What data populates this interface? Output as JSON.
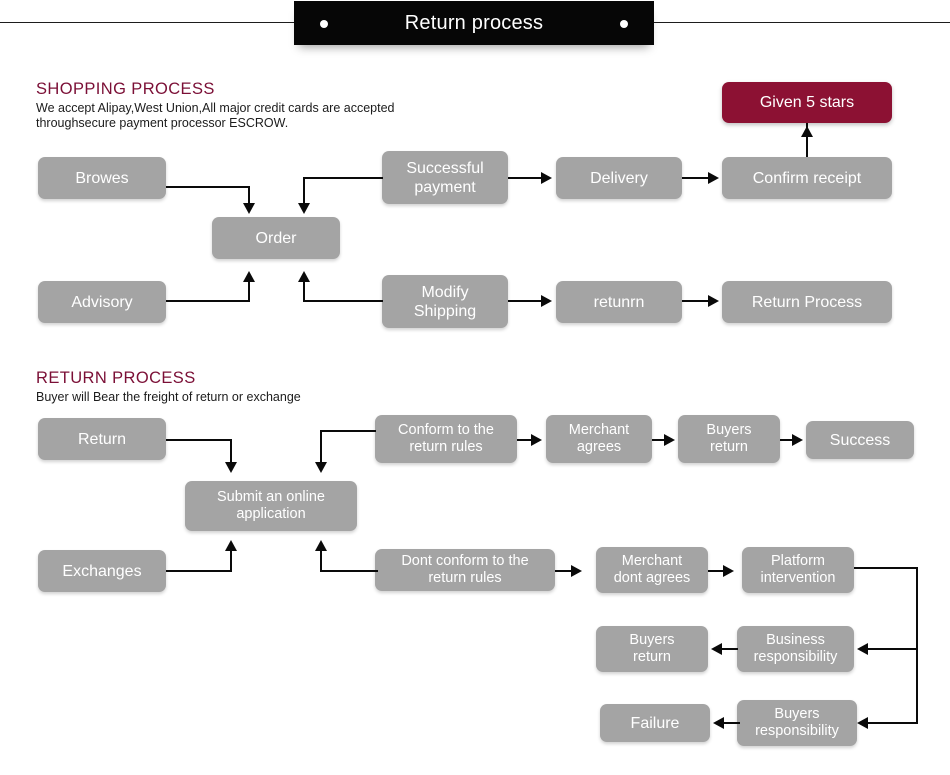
{
  "header": {
    "title": "Return process",
    "dot_left": "bullet-dot",
    "dot_right": "bullet-dot"
  },
  "shopping_section": {
    "title": "SHOPPING PROCESS",
    "subtitle": "We accept Alipay,West Union,All major credit cards are accepted\nthroughsecure payment processor ESCROW.",
    "nodes": {
      "browes": "Browes",
      "order": "Order",
      "successful_payment": "Successful\npayment",
      "delivery": "Delivery",
      "confirm_receipt": "Confirm receipt",
      "given_5_stars": "Given 5 stars",
      "advisory": "Advisory",
      "modify_shipping": "Modify\nShipping",
      "returnr": "retunrn",
      "return_process": "Return Process"
    }
  },
  "return_section": {
    "title": "RETURN PROCESS",
    "subtitle": "Buyer will Bear the freight of return or exchange",
    "nodes": {
      "return": "Return",
      "submit_online_application": "Submit an online\napplication",
      "conform_rules": "Conform to the\nreturn rules",
      "merchant_agrees": "Merchant\nagrees",
      "buyers_return_top": "Buyers\nreturn",
      "success": "Success",
      "exchanges": "Exchanges",
      "dont_conform_rules": "Dont conform to the\nreturn rules",
      "merchant_dont_agrees": "Merchant\ndont agrees",
      "platform_intervention": "Platform\nintervention",
      "business_responsibility": "Business\nresponsibility",
      "buyers_return_bottom": "Buyers\nreturn",
      "buyers_responsibility": "Buyers\nresponsibility",
      "failure": "Failure"
    }
  },
  "colors": {
    "node_gray": "#a4a4a4",
    "node_red": "#8c1133",
    "heading_red": "#7b0f36",
    "banner_black": "#060606",
    "connector": "#0a0a0a"
  }
}
